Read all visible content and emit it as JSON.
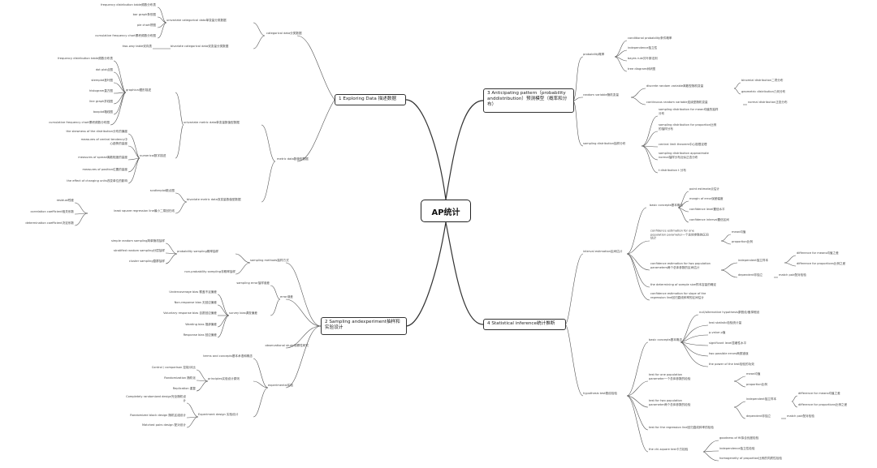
{
  "root": "AP统计",
  "chapters": {
    "ch1": "1 Exploring Data 描述数据",
    "ch2": "2 Sampling andexperiment抽样和实验设计",
    "ch3": "3 Anticipating pattern（probability anddistribution）预测模型（概率和分布）",
    "ch4": "4 Statistical inference统计推断"
  },
  "ch1": {
    "categorical": "categorical data分类数据",
    "univariate_cat": "univariate categorical data单变量分类数据",
    "ucat_items": [
      "frequency distribution table频数分布表",
      "bar graph条形图",
      "pie chart饼图",
      "cumulative frequency chart累积频数分布图"
    ],
    "bivariate_cat": "bivariate categorical data双变量分类数据",
    "two_way": "two-way table双向表",
    "metric": "metric data数值型数据",
    "univariate_metric": "univariate metric data单变量数值型数据",
    "graphical": "graphical图形描述",
    "graph_items": [
      "frequency distribution table频数分布表",
      "dot plot点图",
      "stemplot茎叶图",
      "histogram直方图",
      "line graph折线图",
      "boxplot箱线图",
      "cumulative frequency chart累积频数分布图"
    ],
    "numerical": "numerical数字描述",
    "num_items": [
      "the skewness of the distribution分布的偏度",
      "measures of central tendency中心趋势的量度",
      "measures of spread离散程度的量度",
      "measures of position位置的量度",
      "the effect of changing units改变单位的影响"
    ],
    "bivariate_metric": "bivariate metric data双变量数值型数据",
    "scatterplot": "scatterplot散点图",
    "lsrl": "least square regression line最小二乘回归线",
    "lsrl_items": [
      "residual残差",
      "correlation coefficient相关系数",
      "determination coefficient决定系数"
    ]
  },
  "ch2": {
    "sampling": "sampling methods抽样方式",
    "prob_sampling": "probability sampling概率抽样",
    "ps_items": [
      "simple random sampling简单随机抽样",
      "stratified random sampling分层抽样",
      "cluster sampling整群抽样"
    ],
    "nonprob": "non-probability sampling非概率抽样",
    "survey": "survey bias调查偏差",
    "error": "error误差",
    "error_items": [
      "sampling error抽样误差",
      "Undercoverage bias 覆盖不足偏差",
      "Non-response bias 无回应偏差",
      "Voluntary response bias 自愿回应偏差",
      "Wording bias 措辞偏差",
      "Response bias 回应偏差"
    ],
    "observational": "observational study观察性研究",
    "experimental": "experimental实验",
    "terms": "terms and concepts基本术语和概念",
    "principles": "principles实验设计原则",
    "principle_items": [
      "Control / comparison 控制/对比",
      "Randomization 随机化",
      "Replication 重复"
    ],
    "design": "Experiment design 实验设计",
    "design_items": [
      "Completely randomized design完全随机设计",
      "Randomized block design 随机区组设计",
      "Matched pairs design 配对设计"
    ]
  },
  "ch3": {
    "probability": "probability概率",
    "prob_items": [
      "conditional probability条件概率",
      "independence独立性",
      "bayes rule贝叶斯法则",
      "tree diagram树状图"
    ],
    "random_var": "random variable随机变量",
    "discrete": "discrete random variable离散型随机变量",
    "discrete_items": [
      "binomial distribution二项分布",
      "geometric distribution几何分布"
    ],
    "continuous": "continuous random variable连续型随机变量",
    "normal": "normal distribution正态分布",
    "sampling_dist": "sampling distribution抽样分布",
    "sd_items": [
      "sampling distribution for mean均值的抽样分布",
      "sampling distribution for proportion比例的抽样分布",
      "central limit theorem中心极限定理",
      "sampling distribution approximate normal抽样分布近似正态分布",
      "t distribution t 分布"
    ]
  },
  "ch4": {
    "interval": "interval estimation区间估计",
    "basic1": "basic concepts基本概念",
    "basic1_items": [
      "point estimate点估计",
      "margin of error误差幅度",
      "confidence level置信水平",
      "confidence interval置信区间"
    ],
    "ce_one": "confidence estimation for one population parameter一个总体参数的区间估计",
    "ce_one_items": [
      "mean均值",
      "proportion比例"
    ],
    "ce_two": "confidence estimation for two population parameters两个总体参数的区间估计",
    "independent": "independent独立样本",
    "indep_items": [
      "difference for means均值之差",
      "difference for proportions比例之差"
    ],
    "dependent": "dependent非独立",
    "matched": "match pair配对检验",
    "sample_size": "the determining of sample size样本容量的确定",
    "slope": "confidence estimation for slope of the regression line回归直线斜率的区间估计",
    "hypothesis": "hypothesis test假设检验",
    "basic2": "basic concepts基本概念",
    "basic2_items": [
      "null/alternative hypothesis原假设/备择假设",
      "test statistic检验统计量",
      "p-value p值",
      "significant level显著性水平",
      "two possible errors两类错误",
      "the power of the test检验的功效"
    ],
    "test_one": "test for one population parameter一个总体参数的检验",
    "test_one_items": [
      "mean均值",
      "proportion比例"
    ],
    "test_two": "test for two population parameter两个总体参数的检验",
    "independent2": "independent独立样本",
    "indep2_items": [
      "difference for means均值之差",
      "difference for proportions比例之差"
    ],
    "dependent2": "dependent非独立",
    "matched2": "match pair配对检验",
    "slope_test": "test for the regression line回归直线斜率的检验",
    "chi": "the chi-square test卡方检验",
    "chi_items": [
      "goodness of fit拟合优度检验",
      "independence独立性检验",
      "homogeneity of proportion比例的同质性检验"
    ]
  }
}
